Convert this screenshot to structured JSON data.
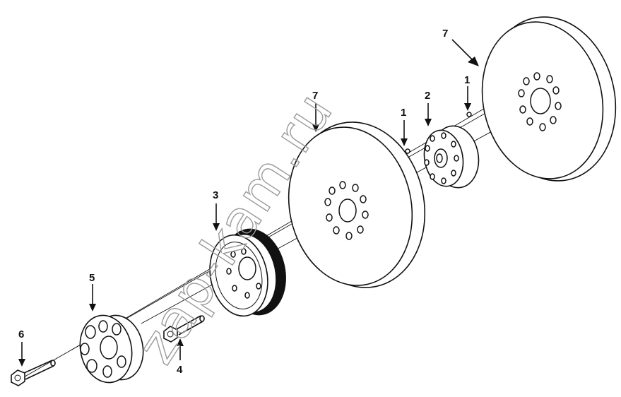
{
  "callouts": [
    {
      "id": "c1a",
      "text": "1"
    },
    {
      "id": "c1b",
      "text": "1"
    },
    {
      "id": "c2",
      "text": "2"
    },
    {
      "id": "c3",
      "text": "3"
    },
    {
      "id": "c4",
      "text": "4"
    },
    {
      "id": "c5",
      "text": "5"
    },
    {
      "id": "c6",
      "text": "6"
    },
    {
      "id": "c7a",
      "text": "7"
    },
    {
      "id": "c7b",
      "text": "7"
    }
  ],
  "watermark": "zap-kam.ru"
}
